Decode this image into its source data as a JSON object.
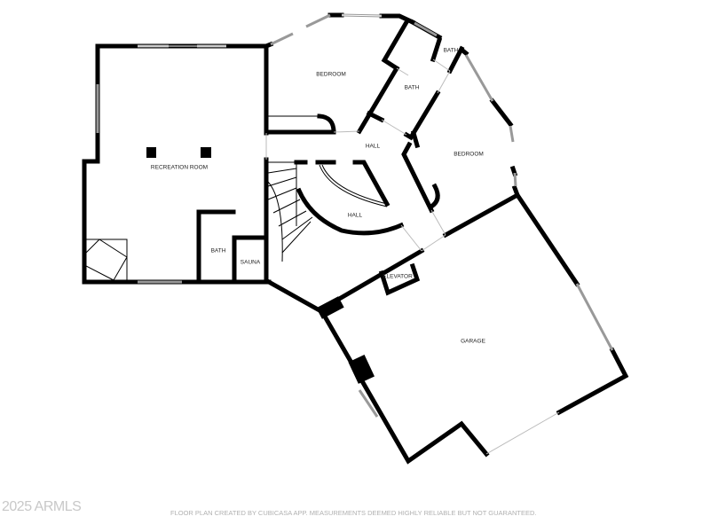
{
  "rooms": {
    "recreation_room": "RECREATION ROOM",
    "bath_lower": "BATH",
    "sauna": "SAUNA",
    "bedroom_top": "BEDROOM",
    "bath_mid": "BATH",
    "bath_small": "BATH",
    "hall_upper": "HALL",
    "hall_lower": "HALL",
    "bedroom_right": "BEDROOM",
    "elevator": "ELEVATOR",
    "garage": "GARAGE"
  },
  "footer": {
    "copyright": "2025 ARMLS",
    "disclaimer": "FLOOR PLAN CREATED BY CUBICASA APP. MEASUREMENTS DEEMED HIGHLY RELIABLE BUT NOT GUARANTEED."
  },
  "colors": {
    "wall": "#000000",
    "window": "#999999",
    "text_muted": "#b0b0b0"
  }
}
